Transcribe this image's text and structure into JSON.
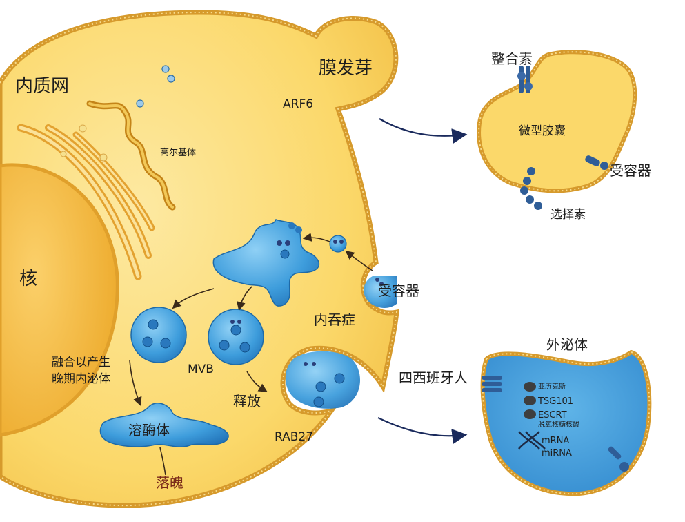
{
  "labels": {
    "er": "内质网",
    "golgi": "高尔基体",
    "nucleus": "核",
    "budding": "膜发芽",
    "arf6": "ARF6",
    "receptor_cell": "受容器",
    "endocytosis": "内吞症",
    "mvb": "MVB",
    "fuse_text_1": "融合以产生",
    "fuse_text_2": "晚期内泌体",
    "release": "释放",
    "rab27": "RAB27",
    "lysosome": "溶酶体",
    "degrade": "落魄",
    "integrin": "整合素",
    "microvesicle": "微型胶囊",
    "receptor_mv": "受容器",
    "selectin": "选择素",
    "exosome": "外泌体",
    "tetraspanin": "四西班牙人",
    "alix": "亚历克斯",
    "tsg101": "TSG101",
    "escrt": "ESCRT",
    "dna": "脱氧核糖核酸",
    "mrna": "mRNA",
    "mirna": "miRNA"
  },
  "colors": {
    "cytoplasm": "#fbd86a",
    "membrane": "#e0a431",
    "nucleus": "#f3b735",
    "golgi": "#e6a52c",
    "endosome": "#4aa8e0",
    "endosome_dark": "#1d6fb0",
    "protein": "#2f5d97",
    "arrow": "#1a2a5c"
  }
}
